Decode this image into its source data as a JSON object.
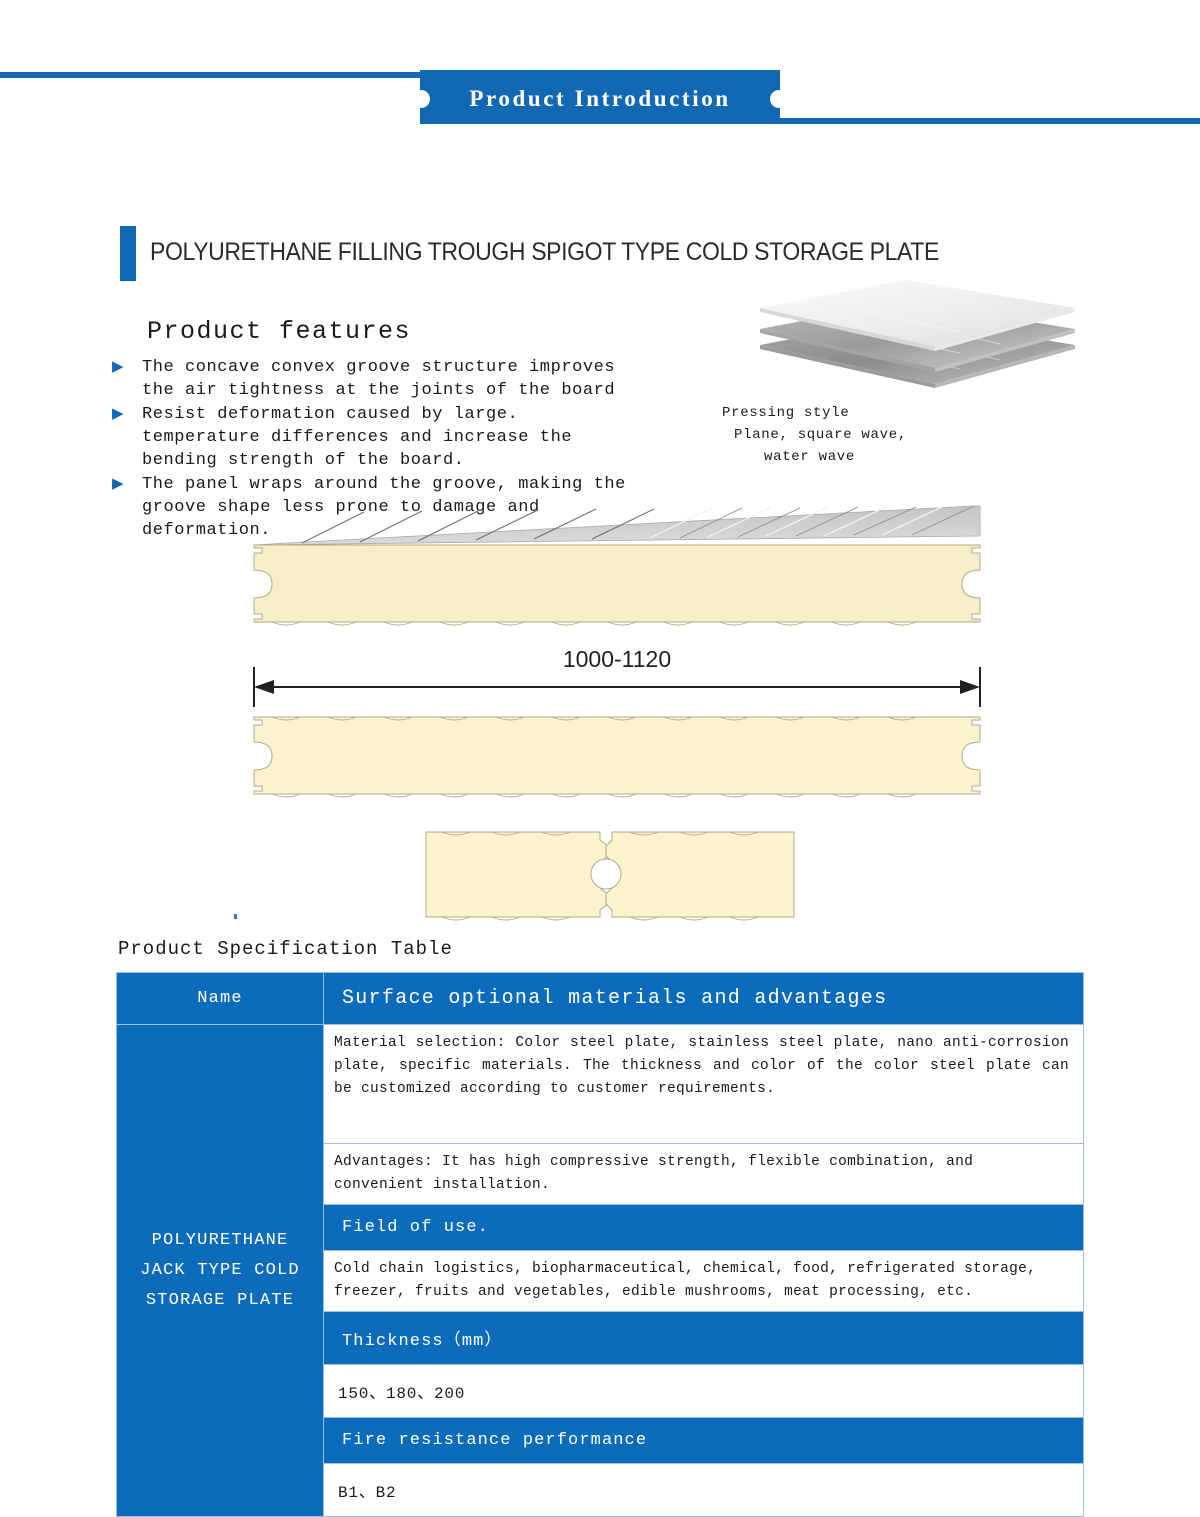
{
  "header": {
    "banner_title": "Product Introduction"
  },
  "product": {
    "title": "POLYURETHANE FILLING TROUGH SPIGOT TYPE COLD STORAGE PLATE",
    "features_heading": "Product features",
    "features": [
      "The concave convex groove structure improves\nthe air tightness at the joints of the board",
      "Resist deformation caused by large.\ntemperature differences and increase the\nbending strength of the board.",
      "The panel wraps around the groove, making the\ngroove shape less prone to damage and\ndeformation."
    ],
    "bullet_marker": "▶"
  },
  "pressing": {
    "caption_line_1": "Pressing style",
    "caption_line_2": "Plane, square wave,",
    "caption_line_3": "water wave"
  },
  "diagram": {
    "width_label": "1000-1120"
  },
  "spec_table": {
    "caption": "Product Specification Table",
    "header": {
      "name": "Name",
      "surface": "Surface optional materials and advantages"
    },
    "product_name": "POLYURETHANE\nJACK TYPE COLD\nSTORAGE PLATE",
    "rows": [
      {
        "kind": "text",
        "value": "Material selection: Color steel plate, stainless steel plate, nano anti-corrosion plate, specific materials. The thickness and color of the color steel plate can be customized according to customer requirements."
      },
      {
        "kind": "text",
        "value": "Advantages: It has high compressive strength, flexible combination, and convenient installation."
      },
      {
        "kind": "subheader",
        "value": "Field of use."
      },
      {
        "kind": "text",
        "value": "Cold chain logistics, biopharmaceutical, chemical, food, refrigerated storage, freezer, fruits and vegetables, edible mushrooms, meat processing, etc."
      },
      {
        "kind": "subheader",
        "value": "Thickness（mm）"
      },
      {
        "kind": "value",
        "value": "150、180、200"
      },
      {
        "kind": "subheader",
        "value": "Fire resistance performance"
      },
      {
        "kind": "value",
        "value": "B1、B2"
      }
    ]
  },
  "colors": {
    "brand_blue": "#0c6cbb",
    "banner_blue": "#1268b3",
    "table_border": "#9bbfe0",
    "foam_fill": "#f7f0c8",
    "panel_gray": "#c8c8c8"
  }
}
